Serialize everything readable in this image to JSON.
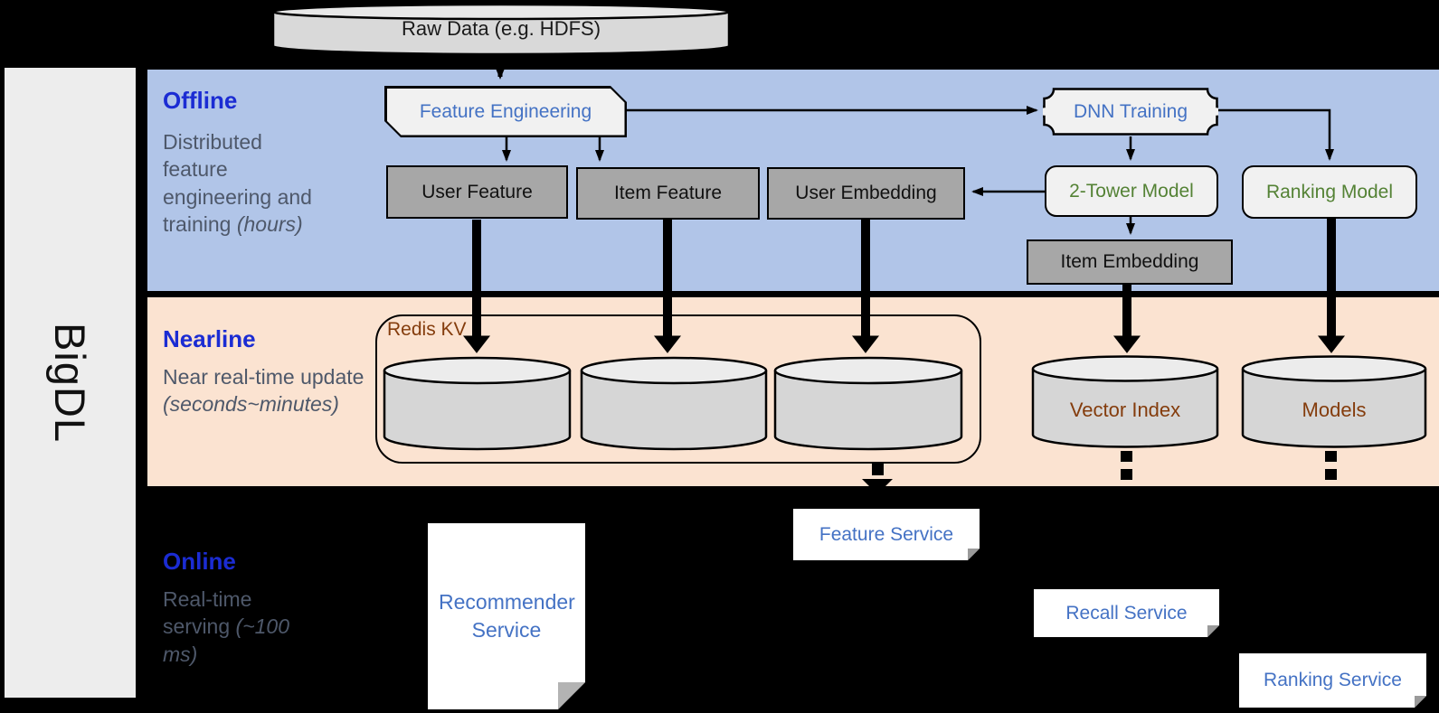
{
  "brand": {
    "name": "BigDL"
  },
  "datastore_top": {
    "label": "Raw Data (e.g. HDFS)"
  },
  "sections": {
    "offline": {
      "title": "Offline",
      "desc": "Distributed feature engineering and training",
      "desc_italic": "(hours)"
    },
    "nearline": {
      "title": "Nearline",
      "desc": "Near real-time update",
      "desc_italic": "(seconds~minutes)"
    },
    "online": {
      "title": "Online",
      "desc": "Real-time serving",
      "desc_italic": "(~100 ms)"
    }
  },
  "nodes": {
    "feature_engineering": "Feature Engineering",
    "dnn_training": "DNN Training",
    "user_feature": "User Feature",
    "item_feature": "Item Feature",
    "user_embedding": "User Embedding",
    "two_tower_model": "2-Tower Model",
    "ranking_model": "Ranking Model",
    "item_embedding": "Item Embedding",
    "redis_kv": "Redis KV",
    "vector_index": "Vector Index",
    "models": "Models",
    "recommender_service": "Recommender Service",
    "feature_service": "Feature Service",
    "recall_service": "Recall Service",
    "ranking_service": "Ranking Service"
  },
  "colors": {
    "band_offline": "#b1c5e8",
    "band_nearline": "#fbe3d1",
    "band_online": "#000000",
    "section_title_blue": "#1b2cd3",
    "node_text_blue": "#4472c4",
    "model_text_green": "#548235",
    "store_text_brown": "#843c0c",
    "desc_gray": "#4e586a",
    "gray_box": "#a7a7a7",
    "light_box": "#f1f1f1",
    "cylinder_body": "#d6d6d6",
    "sidebar_gray": "#ededed"
  }
}
